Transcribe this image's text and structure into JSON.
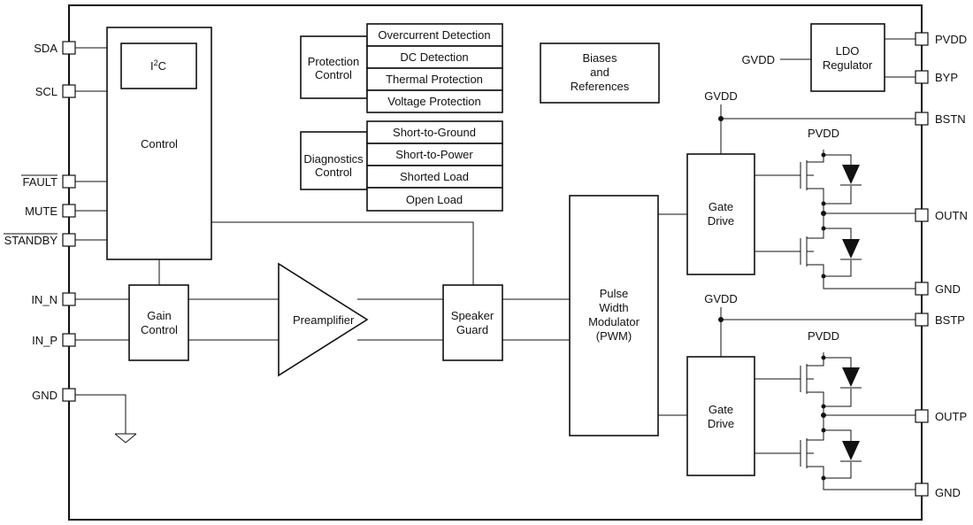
{
  "pins_left": {
    "sda": "SDA",
    "scl": "SCL",
    "fault": "FAULT",
    "mute": "MUTE",
    "standby": "STANDBY",
    "in_n": "IN_N",
    "in_p": "IN_P",
    "gnd": "GND"
  },
  "pins_right": {
    "pvdd": "PVDD",
    "byp": "BYP",
    "bstn": "BSTN",
    "outn": "OUTN",
    "gnd_top": "GND",
    "bstp": "BSTP",
    "outp": "OUTP",
    "gnd_bottom": "GND"
  },
  "blocks": {
    "i2c_prefix": "I",
    "i2c_sup": "2",
    "i2c_suffix": "C",
    "control": "Control",
    "gain_control": [
      "Gain",
      "Control"
    ],
    "preamplifier": "Preamplifier",
    "speaker_guard": [
      "Speaker",
      "Guard"
    ],
    "pwm": [
      "Pulse",
      "Width",
      "Modulator",
      "(PWM)"
    ],
    "gate_drive_top": [
      "Gate",
      "Drive"
    ],
    "gate_drive_bottom": [
      "Gate",
      "Drive"
    ],
    "ldo_regulator": [
      "LDO",
      "Regulator"
    ],
    "biases": [
      "Biases",
      "and",
      "References"
    ],
    "protection_control": [
      "Protection",
      "Control"
    ],
    "protection_items": [
      "Overcurrent Detection",
      "DC Detection",
      "Thermal Protection",
      "Voltage Protection"
    ],
    "diagnostics_control": [
      "Diagnostics",
      "Control"
    ],
    "diagnostics_items": [
      "Short-to-Ground",
      "Short-to-Power",
      "Shorted Load",
      "Open Load"
    ]
  },
  "rails": {
    "gvdd_ldo": "GVDD",
    "gvdd_top": "GVDD",
    "gvdd_bottom": "GVDD",
    "pvdd_top": "PVDD",
    "pvdd_bottom": "PVDD"
  }
}
